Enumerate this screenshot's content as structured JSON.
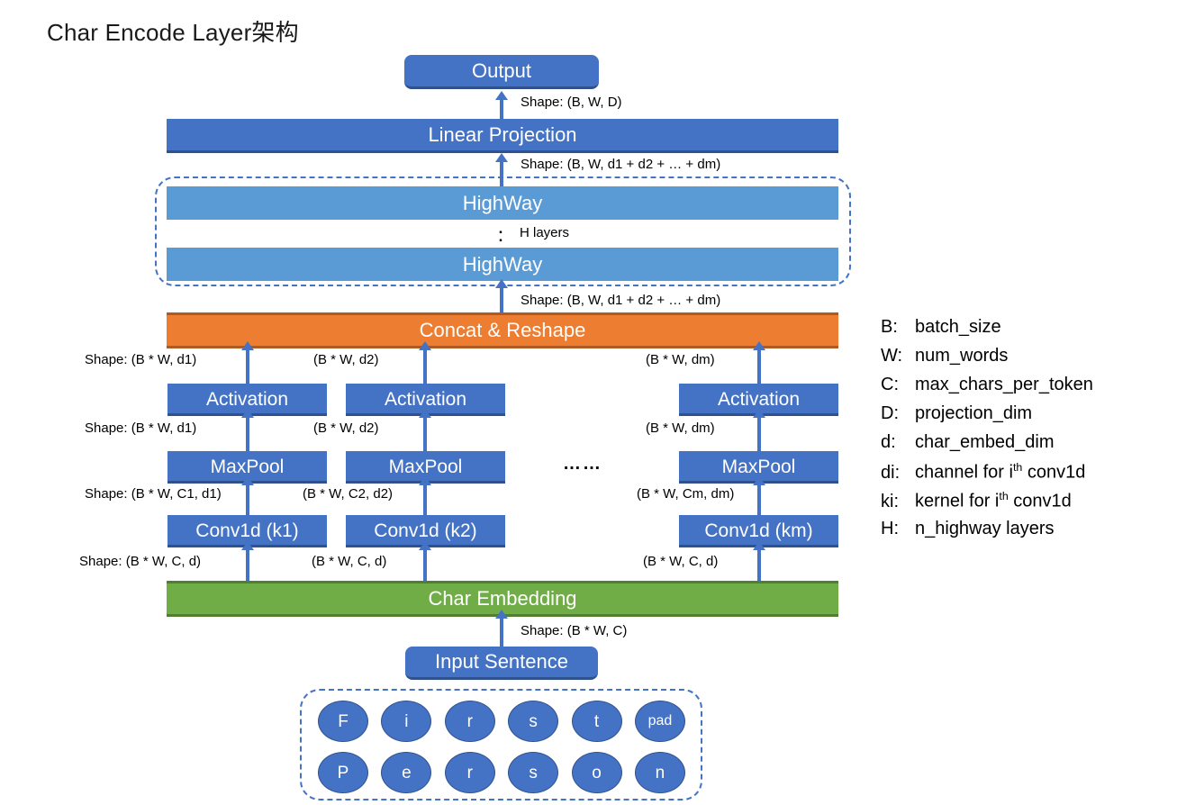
{
  "title": "Char Encode Layer架构",
  "blocks": {
    "output": "Output",
    "linear_projection": "Linear Projection",
    "highway_top": "HighWay",
    "highway_bottom": "HighWay",
    "highway_layers_note": "H layers",
    "concat_reshape": "Concat & Reshape",
    "char_embedding": "Char Embedding",
    "input_sentence": "Input Sentence",
    "ellipsis": "……"
  },
  "columns": [
    {
      "activation": "Activation",
      "maxpool": "MaxPool",
      "conv1d": "Conv1d (k1)",
      "cap_activation_out": "Shape: (B * W, d1)",
      "cap_maxpool_out": "Shape: (B * W, d1)",
      "cap_conv_out": "Shape: (B * W, C1, d1)",
      "cap_embed_out": "Shape: (B * W, C, d)"
    },
    {
      "activation": "Activation",
      "maxpool": "MaxPool",
      "conv1d": "Conv1d (k2)",
      "cap_activation_out": "(B * W, d2)",
      "cap_maxpool_out": "(B * W, d2)",
      "cap_conv_out": "(B * W, C2, d2)",
      "cap_embed_out": "(B * W, C, d)"
    },
    {
      "activation": "Activation",
      "maxpool": "MaxPool",
      "conv1d": "Conv1d (km)",
      "cap_activation_out": "(B * W, dm)",
      "cap_maxpool_out": "(B * W, dm)",
      "cap_conv_out": "(B * W, Cm, dm)",
      "cap_embed_out": "(B * W, C, d)"
    }
  ],
  "captions": {
    "output_shape": "Shape: (B, W, D)",
    "linear_in_shape": "Shape: (B, W, d1 + d2 + … + dm)",
    "highway_in_shape": "Shape: (B, W, d1 + d2 + … + dm)",
    "embedding_in_shape": "Shape: (B * W, C)"
  },
  "char_grid": {
    "row1": [
      "F",
      "i",
      "r",
      "s",
      "t",
      "pad"
    ],
    "row2": [
      "P",
      "e",
      "r",
      "s",
      "o",
      "n"
    ]
  },
  "legend": [
    {
      "key": "B:",
      "value": "batch_size"
    },
    {
      "key": "W:",
      "value": "num_words"
    },
    {
      "key": "C:",
      "value": "max_chars_per_token"
    },
    {
      "key": "D:",
      "value": "projection_dim"
    },
    {
      "key": "d:",
      "value": "char_embed_dim"
    },
    {
      "key": "di:",
      "value_pre": "channel for i",
      "value_sup": "th",
      "value_post": " conv1d"
    },
    {
      "key": "ki:",
      "value_pre": "kernel for i",
      "value_sup": "th",
      "value_post": " conv1d"
    },
    {
      "key": "H:",
      "value": "n_highway layers"
    }
  ],
  "colors": {
    "dark_blue": "#4472C4",
    "light_blue": "#5B9BD5",
    "orange": "#ED7D31",
    "green": "#70AD47",
    "white": "#FFFFFF"
  }
}
